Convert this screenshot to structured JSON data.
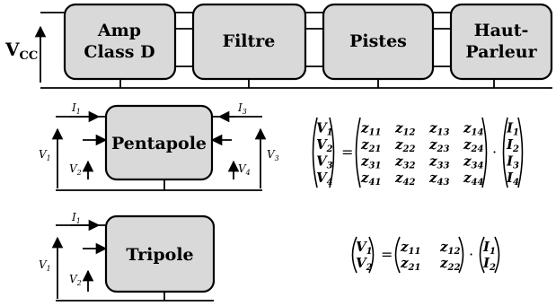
{
  "top_chain": {
    "vcc_label": "V",
    "vcc_sub": "CC",
    "blocks": [
      {
        "line1": "Amp",
        "line2": "Class D"
      },
      {
        "line1": "Filtre"
      },
      {
        "line1": "Pistes"
      },
      {
        "line1": "Haut-",
        "line2": "Parleur"
      }
    ]
  },
  "pentapole": {
    "title": "Pentapole",
    "labels": {
      "I1": "I",
      "I1_sub": "1",
      "I3": "I",
      "I3_sub": "3",
      "V1": "V",
      "V1_sub": "1",
      "V2": "V",
      "V2_sub": "2",
      "V3": "V",
      "V3_sub": "3",
      "V4": "V",
      "V4_sub": "4"
    }
  },
  "tripole": {
    "title": "Tripole",
    "labels": {
      "I1": "I",
      "I1_sub": "1",
      "V1": "V",
      "V1_sub": "1",
      "V2": "V",
      "V2_sub": "2"
    }
  },
  "equation4": {
    "v": [
      "1",
      "2",
      "3",
      "4"
    ],
    "z": [
      [
        "11",
        "12",
        "13",
        "14"
      ],
      [
        "21",
        "22",
        "23",
        "24"
      ],
      [
        "31",
        "32",
        "33",
        "34"
      ],
      [
        "41",
        "42",
        "43",
        "44"
      ]
    ],
    "i": [
      "1",
      "2",
      "3",
      "4"
    ],
    "eq": "=",
    "dot": "·",
    "v_letter": "V",
    "z_letter": "z",
    "i_letter": "I"
  },
  "equation2": {
    "v": [
      "1",
      "2"
    ],
    "z": [
      [
        "11",
        "12"
      ],
      [
        "21",
        "22"
      ]
    ],
    "i": [
      "1",
      "2"
    ],
    "eq": "=",
    "dot": "·",
    "v_letter": "V",
    "z_letter": "z",
    "i_letter": "I"
  }
}
